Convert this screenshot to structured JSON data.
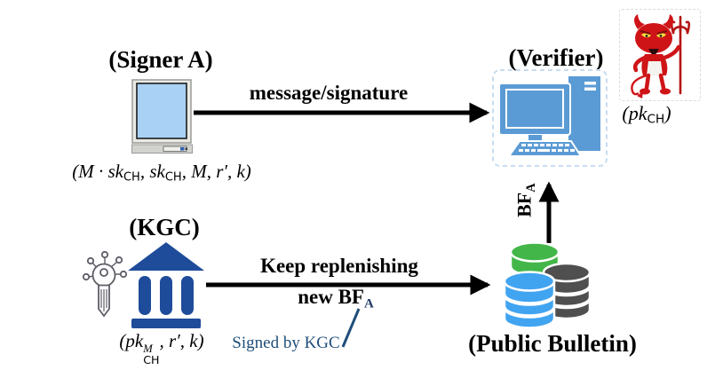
{
  "colors": {
    "arrow_black": "#000000",
    "bank_blue": "#1e4c9a",
    "verifier_blue": "#5b9bd5",
    "signer_screen_blue": "#a9d1f5",
    "db_green": "#43b649",
    "db_gray": "#4f4f4f",
    "db_blue": "#41a4f1",
    "devil_red": "#cf1418",
    "note_blue": "#1f4e79"
  },
  "nodes": {
    "signer": {
      "title": "(Signer A)",
      "formula": {
        "p1": "(M · sk",
        "sub1": "CH",
        "p2": ", sk",
        "sub2": "CH",
        "p3": ", M, r′, k)"
      }
    },
    "verifier": {
      "title": "(Verifier)",
      "key": {
        "p1": "(pk",
        "sub": "CH",
        "p2": ")"
      }
    },
    "kgc": {
      "title": "(KGC)",
      "formula": {
        "p1": "(pk",
        "sup": "M",
        "sub": "CH",
        "p2": ", r′, k)"
      }
    },
    "bulletin": {
      "title": "(Public Bulletin)"
    }
  },
  "arrows": {
    "message": {
      "label": "message/signature"
    },
    "replenish": {
      "line1": "Keep replenishing",
      "line2_pre": "new BF",
      "line2_sub": "A"
    },
    "bf_upload": {
      "label": "BF",
      "sub": "A"
    }
  },
  "notes": {
    "signed_by": "Signed by KGC"
  }
}
